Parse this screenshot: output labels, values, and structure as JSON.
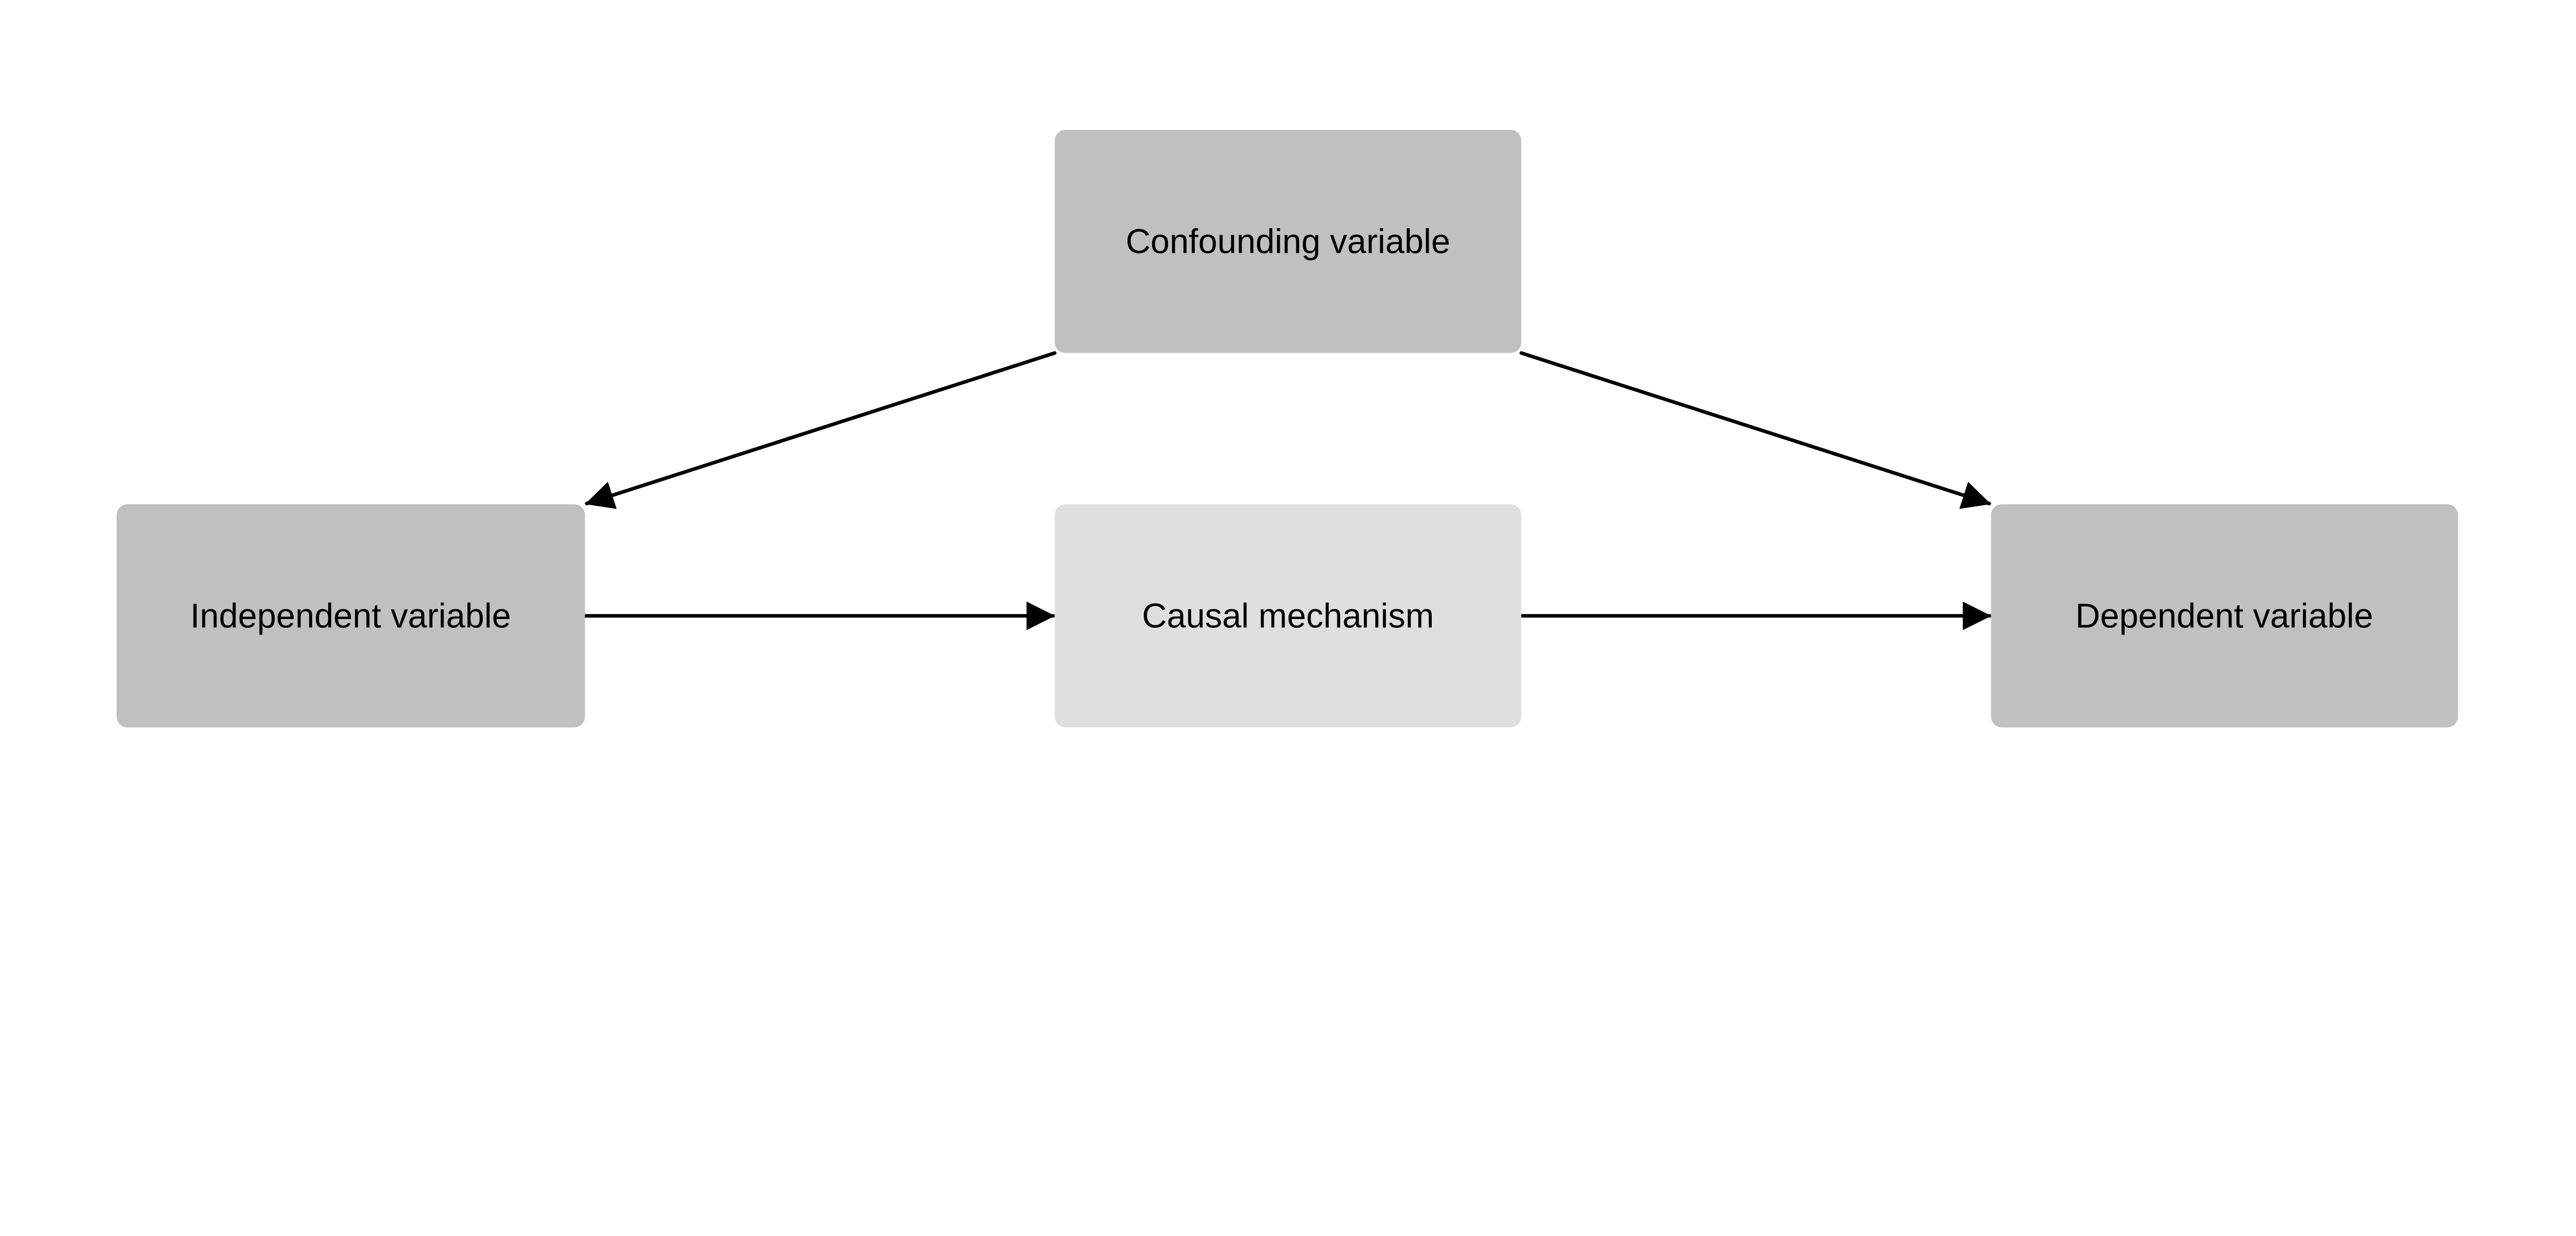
{
  "nodes": {
    "confounder": {
      "label": "Confounding variable",
      "fill": "#c0c0c0"
    },
    "independent": {
      "label": "Independent variable",
      "fill": "#c0c0c0"
    },
    "mechanism": {
      "label": "Causal mechanism",
      "fill": "#dfdfdf"
    },
    "dependent": {
      "label": "Dependent variable",
      "fill": "#c0c0c0"
    }
  },
  "edges": [
    {
      "from": "confounder",
      "to": "independent"
    },
    {
      "from": "confounder",
      "to": "dependent"
    },
    {
      "from": "independent",
      "to": "mechanism"
    },
    {
      "from": "mechanism",
      "to": "dependent"
    }
  ],
  "colors": {
    "edge": "#000000",
    "background": "#ffffff"
  }
}
